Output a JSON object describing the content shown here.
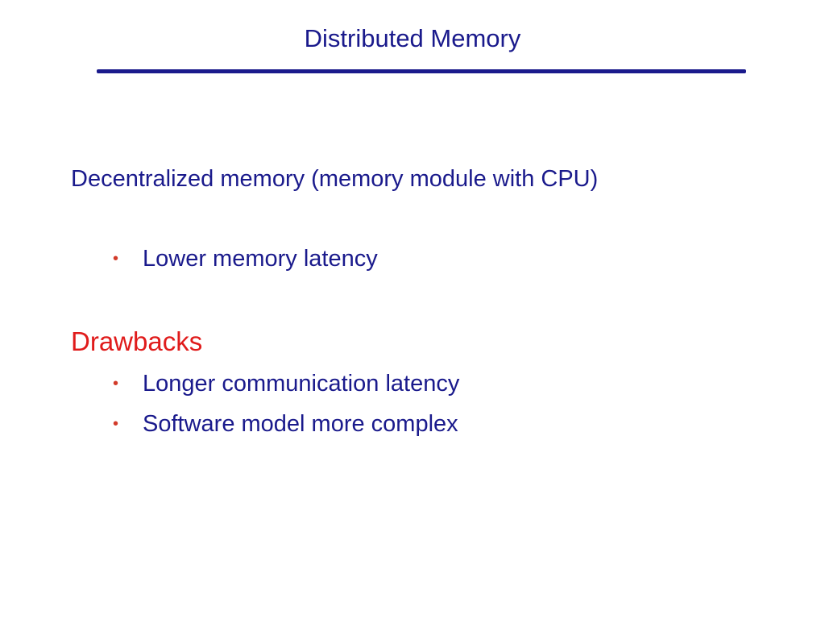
{
  "slide": {
    "title": "Distributed Memory",
    "intro": "Decentralized memory (memory module with CPU)",
    "advantages": [
      "Lower memory latency"
    ],
    "drawbacks_heading": "Drawbacks",
    "drawbacks": [
      "Longer communication latency",
      "Software model more complex"
    ],
    "bullet_glyph": "•"
  },
  "colors": {
    "text_blue": "#1a1a8c",
    "accent_red": "#e01b1b",
    "bullet_red": "#d23b2a"
  }
}
